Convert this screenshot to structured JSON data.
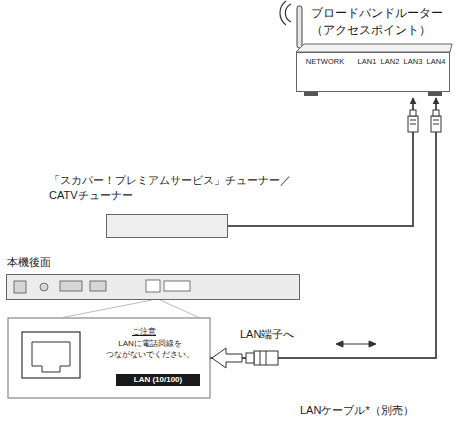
{
  "diagram": {
    "nodes": [
      {
        "text": [
          "ブロードバンドルーター （アクセスポイント）"
        ]
      },
      {
        "text": [
          "「スカパー！プレミアムサービス」チューナー／ CATVチューナー"
        ]
      },
      {
        "text": [
          "本機後面"
        ]
      },
      {
        "text": [
          "ご注意",
          "LANに電話回線を つながないでください。",
          "LAN (10/100)"
        ]
      }
    ],
    "edges": [
      {
        "from": 1,
        "to": 0,
        "arrow": "to"
      },
      {
        "from": 3,
        "to": 0,
        "arrow": "to"
      }
    ],
    "labels": [
      "NETWORK",
      "LAN1",
      "LAN2",
      "LAN3",
      "LAN4",
      "LAN端子へ",
      "LANケーブル*（別売）"
    ]
  }
}
